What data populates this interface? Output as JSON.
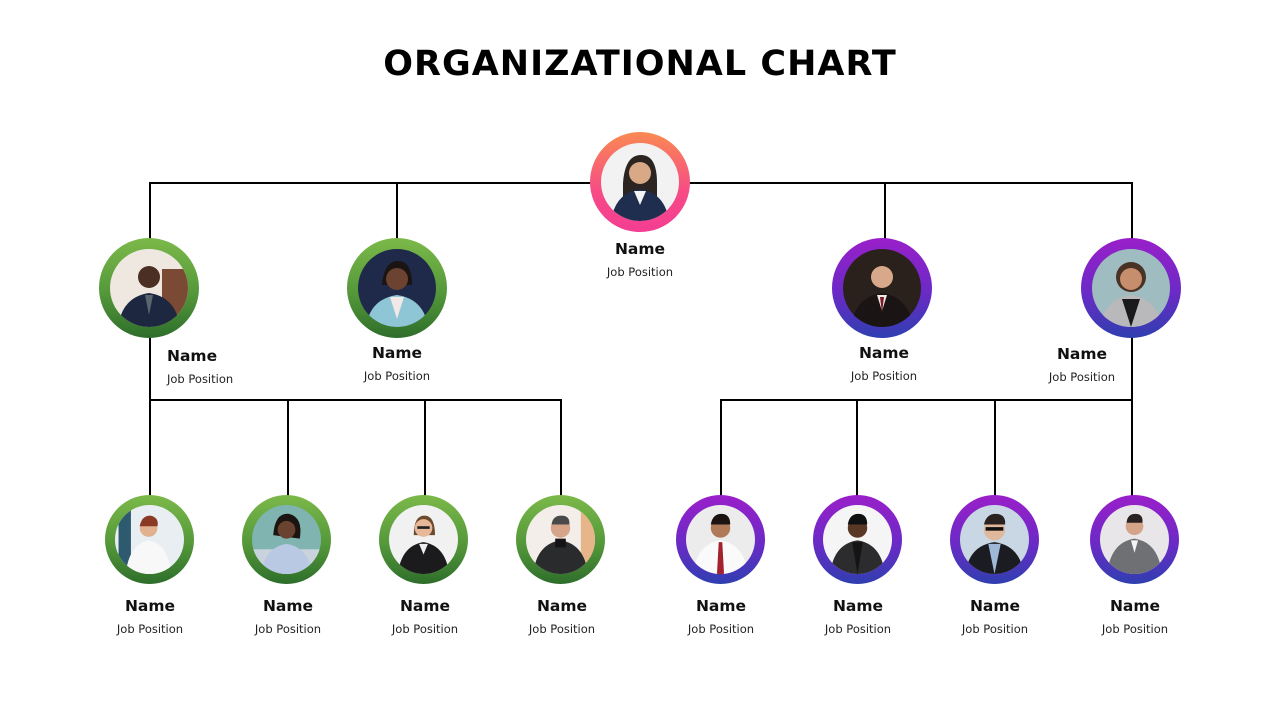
{
  "title": "ORGANIZATIONAL CHART",
  "colors": {
    "line": "#000000",
    "top_ring": [
      "#f98a52",
      "#f43d92"
    ],
    "left_ring": [
      "#7cb94a",
      "#2e6e2b"
    ],
    "right_ring": [
      "#9a1fc9",
      "#2f3fb0"
    ]
  },
  "root": {
    "name": "Name",
    "position": "Job Position",
    "photo": "woman-navy-blazer-arms-crossed"
  },
  "level2": [
    {
      "name": "Name",
      "position": "Job Position",
      "branch": "left",
      "photo": "man-dark-suit-seated"
    },
    {
      "name": "Name",
      "position": "Job Position",
      "branch": "left",
      "photo": "woman-light-blue-blazer"
    },
    {
      "name": "Name",
      "position": "Job Position",
      "branch": "right",
      "photo": "man-dark-suit-red-tie"
    },
    {
      "name": "Name",
      "position": "Job Position",
      "branch": "right",
      "photo": "woman-grey-cardigan-curly-hair"
    }
  ],
  "level3": [
    {
      "name": "Name",
      "position": "Job Position",
      "branch": "left",
      "photo": "woman-white-blouse"
    },
    {
      "name": "Name",
      "position": "Job Position",
      "branch": "left",
      "photo": "woman-thinking-light-blazer"
    },
    {
      "name": "Name",
      "position": "Job Position",
      "branch": "left",
      "photo": "woman-glasses-black-suit"
    },
    {
      "name": "Name",
      "position": "Job Position",
      "branch": "left",
      "photo": "man-black-turtleneck"
    },
    {
      "name": "Name",
      "position": "Job Position",
      "branch": "right",
      "photo": "man-white-shirt-red-tie"
    },
    {
      "name": "Name",
      "position": "Job Position",
      "branch": "right",
      "photo": "man-black-blazer"
    },
    {
      "name": "Name",
      "position": "Job Position",
      "branch": "right",
      "photo": "man-glasses-black-jacket"
    },
    {
      "name": "Name",
      "position": "Job Position",
      "branch": "right",
      "photo": "man-grey-suit-arms-crossed"
    }
  ]
}
